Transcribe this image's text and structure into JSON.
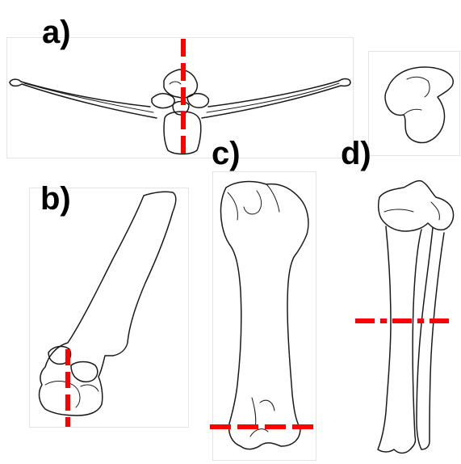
{
  "panels": {
    "a": {
      "label": "a)",
      "subject": "vertebra-with-ribs"
    },
    "b": {
      "label": "b)",
      "subject": "humerus"
    },
    "c": {
      "label": "c)",
      "subject": "femur"
    },
    "d": {
      "label": "d)",
      "subject": "tibia-and-fibula"
    }
  },
  "colors": {
    "outline": "#1a1a1a",
    "section_line": "#ff0000",
    "frame": "#e4e4e4"
  }
}
